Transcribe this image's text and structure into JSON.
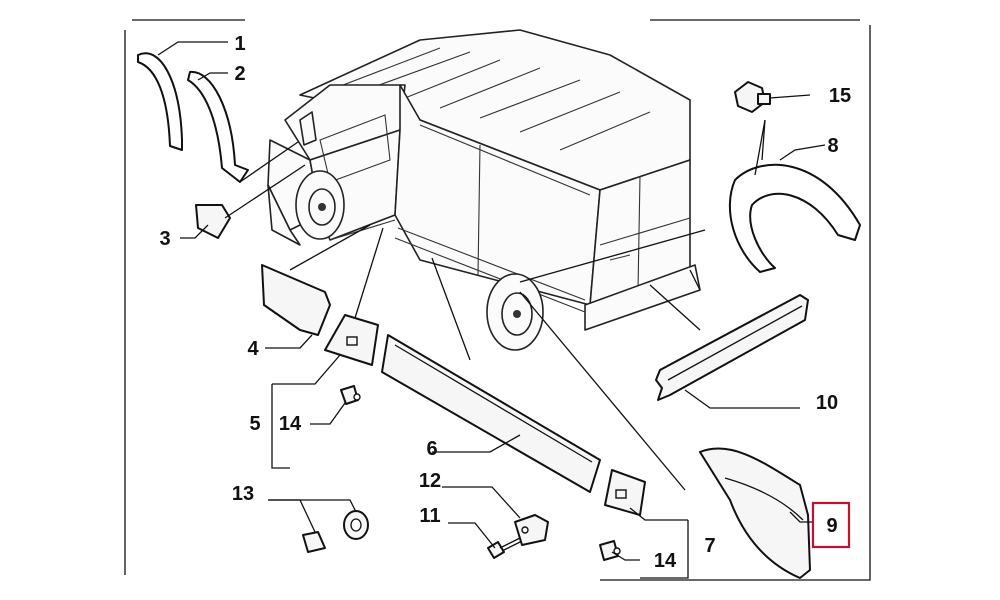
{
  "diagram": {
    "callouts": [
      {
        "id": "1",
        "label": "1"
      },
      {
        "id": "2",
        "label": "2"
      },
      {
        "id": "3",
        "label": "3"
      },
      {
        "id": "4",
        "label": "4"
      },
      {
        "id": "5",
        "label": "5"
      },
      {
        "id": "6",
        "label": "6"
      },
      {
        "id": "7",
        "label": "7"
      },
      {
        "id": "8",
        "label": "8"
      },
      {
        "id": "9",
        "label": "9"
      },
      {
        "id": "10",
        "label": "10"
      },
      {
        "id": "11",
        "label": "11"
      },
      {
        "id": "12",
        "label": "12"
      },
      {
        "id": "13",
        "label": "13"
      },
      {
        "id": "14a",
        "label": "14"
      },
      {
        "id": "14b",
        "label": "14"
      },
      {
        "id": "15",
        "label": "15"
      }
    ],
    "highlighted_callout": "9",
    "highlight_color": "#c8102e"
  }
}
